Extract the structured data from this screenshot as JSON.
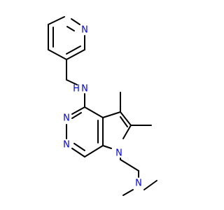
{
  "molecule": {
    "atoms": [
      {
        "label": "N",
        "role": "pyridine-nitrogen",
        "color": "#0000FF"
      },
      {
        "label": "N",
        "role": "amine-nitrogen",
        "color": "#0000FF"
      },
      {
        "label": "H",
        "role": "amine-hydrogen",
        "color": "#0000FF"
      },
      {
        "label": "N",
        "role": "pyrimidine-nitrogen-upper",
        "color": "#0000FF"
      },
      {
        "label": "N",
        "role": "pyrimidine-nitrogen-lower",
        "color": "#0000FF"
      },
      {
        "label": "N",
        "role": "pyrrole-nitrogen",
        "color": "#0000FF"
      },
      {
        "label": "N",
        "role": "dimethylamino-nitrogen",
        "color": "#0000FF"
      }
    ],
    "colors": {
      "bond": "#000000",
      "nitrogen": "#0000FF"
    }
  }
}
